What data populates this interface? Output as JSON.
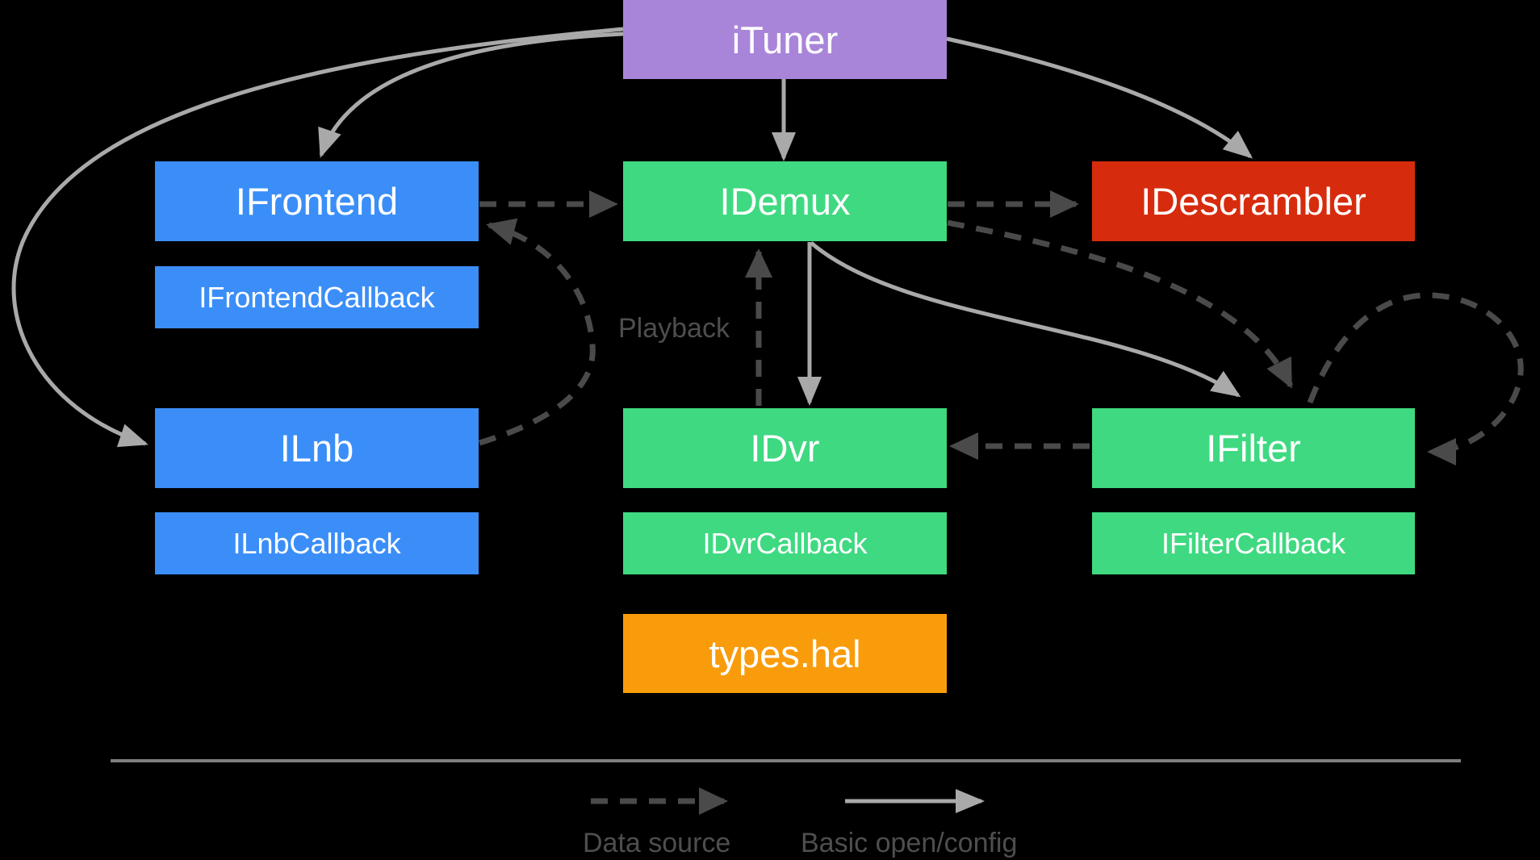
{
  "nodes": {
    "ituner": {
      "label": "iTuner",
      "color": "purple"
    },
    "ifrontend": {
      "label": "IFrontend",
      "color": "blue"
    },
    "ifrontend_callback": {
      "label": "IFrontendCallback",
      "color": "blue"
    },
    "ilnb": {
      "label": "ILnb",
      "color": "blue"
    },
    "ilnb_callback": {
      "label": "ILnbCallback",
      "color": "blue"
    },
    "idemux": {
      "label": "IDemux",
      "color": "green"
    },
    "idvr": {
      "label": "IDvr",
      "color": "green"
    },
    "idvr_callback": {
      "label": "IDvrCallback",
      "color": "green"
    },
    "types_hal": {
      "label": "types.hal",
      "color": "orange"
    },
    "idescrambler": {
      "label": "IDescrambler",
      "color": "red"
    },
    "ifilter": {
      "label": "IFilter",
      "color": "green"
    },
    "ifilter_callback": {
      "label": "IFilterCallback",
      "color": "green"
    }
  },
  "edges": [
    {
      "from": "iTuner",
      "to": "IFrontend",
      "type": "basic_open_config"
    },
    {
      "from": "iTuner",
      "to": "IDemux",
      "type": "basic_open_config"
    },
    {
      "from": "iTuner",
      "to": "IDescrambler",
      "type": "basic_open_config"
    },
    {
      "from": "iTuner",
      "to": "ILnb",
      "type": "basic_open_config"
    },
    {
      "from": "IDemux",
      "to": "IDvr",
      "type": "basic_open_config"
    },
    {
      "from": "IDemux",
      "to": "IFilter",
      "type": "basic_open_config"
    },
    {
      "from": "IFrontend",
      "to": "IDemux",
      "type": "data_source"
    },
    {
      "from": "ILnb",
      "to": "IFrontend",
      "type": "data_source"
    },
    {
      "from": "IDvr",
      "to": "IDemux",
      "type": "data_source",
      "label": "Playback"
    },
    {
      "from": "IDemux",
      "to": "IDescrambler",
      "type": "data_source"
    },
    {
      "from": "IDemux",
      "to": "IFilter",
      "type": "data_source"
    },
    {
      "from": "IFilter",
      "to": "IFilter",
      "type": "data_source"
    },
    {
      "from": "IFilter",
      "to": "IDvr",
      "type": "data_source"
    }
  ],
  "labels": {
    "playback": "Playback"
  },
  "legend": {
    "data_source": "Data source",
    "basic_open_config": "Basic open/config"
  },
  "colors": {
    "background": "#000000",
    "purple": "#a985da",
    "blue": "#3b8ef8",
    "green": "#3fd981",
    "red": "#d62c0d",
    "orange": "#f99c0b",
    "box_text": "#ffffff",
    "solid_arrow": "#a9a9a9",
    "dashed_arrow": "#4a4a4a",
    "label_text": "#4e4e4e",
    "divider": "#7f7f7f"
  }
}
